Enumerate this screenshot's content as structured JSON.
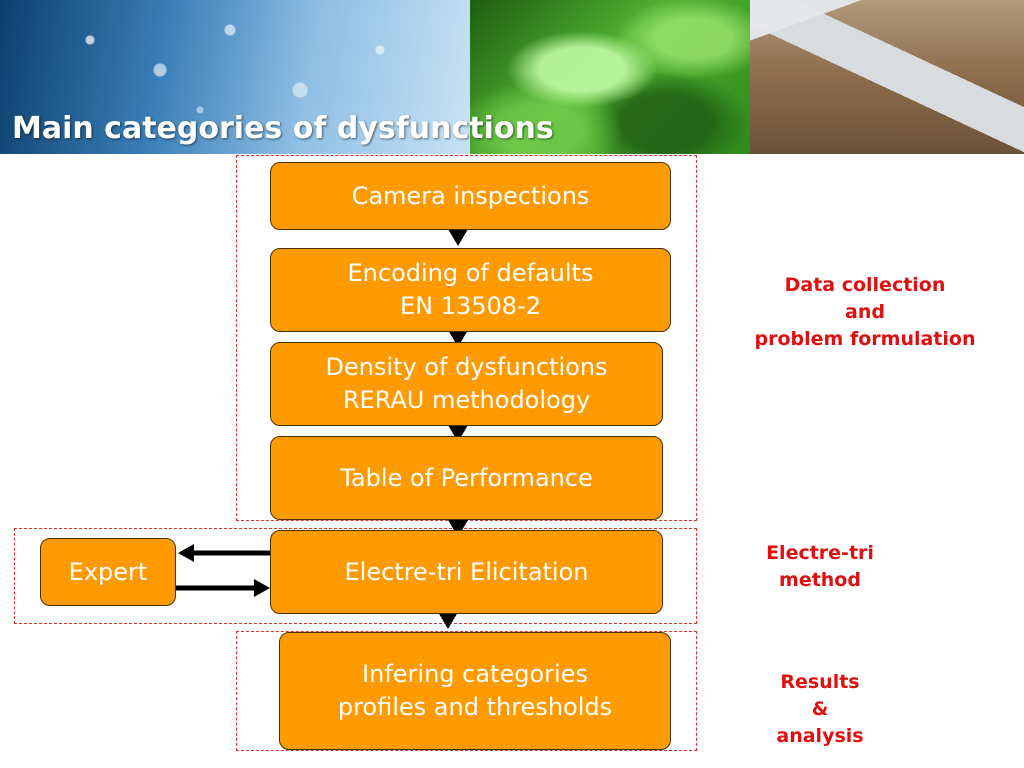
{
  "slide": {
    "title": "Main categories of dysfunctions"
  },
  "nodes": {
    "camera": "Camera inspections",
    "encoding": "Encoding of defaults\nEN 13508-2",
    "density": "Density of dysfunctions\nRERAU methodology",
    "table": "Table of Performance",
    "elicitation": "Electre-tri Elicitation",
    "expert": "Expert",
    "infering": "Infering categories\nprofiles and thresholds"
  },
  "labels": {
    "data_collection": "Data collection\nand\nproblem formulation",
    "electre_method": "Electre-tri\nmethod",
    "results": "Results\n&\nanalysis"
  },
  "colors": {
    "box_fill": "#ff9a00",
    "box_border": "#4a3000",
    "zone_border": "#e0302a",
    "label_text": "#e01010",
    "arrow": "#000000"
  }
}
